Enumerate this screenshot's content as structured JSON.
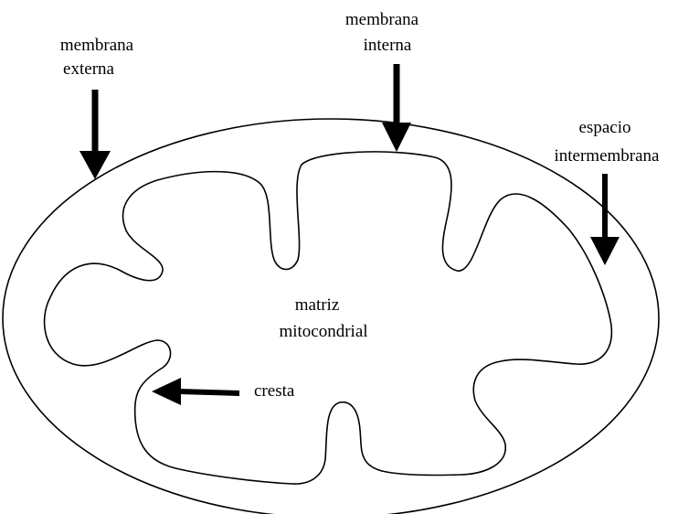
{
  "diagram": {
    "labels": {
      "outer_line1": "membrana",
      "outer_line2": "externa",
      "inner_line1": "membrana",
      "inner_line2": "interna",
      "space_line1": "espacio",
      "space_line2": "intermembrana",
      "matrix_line1": "matriz",
      "matrix_line2": "mitocondrial",
      "crest": "cresta"
    },
    "colors": {
      "stroke": "#000000",
      "background": "#ffffff"
    }
  }
}
